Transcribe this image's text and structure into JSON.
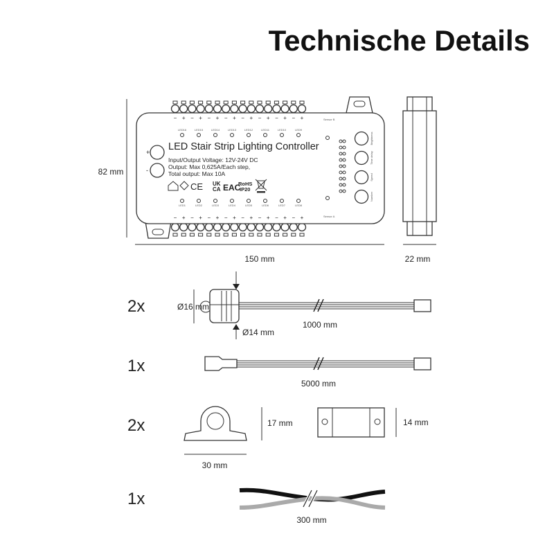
{
  "title": "Technische Details",
  "controller": {
    "name": "LED Stair Strip Lighting Controller",
    "spec_voltage": "Input/Output Voltage: 12V-24V DC",
    "spec_output": "Output: Max 0,625A/Each step,",
    "spec_total": "Total output: Max 10A",
    "power_plus": "+",
    "power_minus": "-",
    "sensor_b": "Sensor B",
    "sensor_a": "Sensor A",
    "leds_top": [
      "LED16",
      "LED15",
      "LED14",
      "LED13",
      "LED12",
      "LED11",
      "LED10",
      "LED9"
    ],
    "leds_bottom": [
      "LED1",
      "LED2",
      "LED3",
      "LED4",
      "LED5",
      "LED6",
      "LED7",
      "LED8"
    ],
    "buttons": [
      "Brightness",
      "Time delay",
      "Speed",
      "Number"
    ],
    "certs": {
      "ukca_1": "UK",
      "ukca_2": "CA",
      "eac": "EAC",
      "rohs": "RoHS",
      "ip": "IP20"
    }
  },
  "dimensions": {
    "height": "82 mm",
    "width": "150 mm",
    "depth": "22 mm"
  },
  "accessories": [
    {
      "qty": "2x",
      "dia_outer": "Ø16 mm",
      "dia_inner": "Ø14 mm",
      "length": "1000 mm"
    },
    {
      "qty": "1x",
      "length": "5000 mm"
    },
    {
      "qty": "2x",
      "clip_height": "17 mm",
      "clip_width": "30 mm",
      "bracket_height": "14 mm"
    },
    {
      "qty": "1x",
      "length": "300 mm"
    }
  ]
}
